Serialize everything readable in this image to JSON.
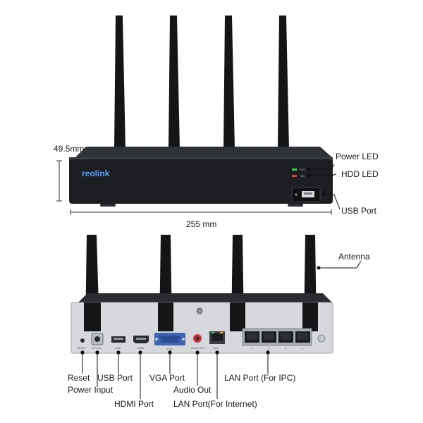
{
  "dimensions": {
    "height": "49.5mm",
    "width": "255 mm"
  },
  "brand": "reolink",
  "front_labels": {
    "power_led": "Power LED",
    "hdd_led": "HDD LED",
    "usb_port": "USB Port"
  },
  "rear_labels": {
    "antenna": "Antenna",
    "reset": "Reset",
    "power_input": "Power Input",
    "usb_port": "USB Port",
    "hdmi_port": "HDMI Port",
    "vga_port": "VGA Port",
    "audio_out": "Audio Out",
    "lan_internet": "LAN Port(For Internet)",
    "lan_ipc": "LAN Port (For IPC)"
  },
  "panel_text": {
    "led_pwr": "PWR",
    "led_hdd": "HDD",
    "reset": "RESET",
    "dc": "DC 12V",
    "usb": "USB",
    "hdmi": "HDMI",
    "vga": "VGA",
    "audio": "AUDIO OUT",
    "lan": "LAN",
    "port_numbers": [
      "1",
      "2",
      "3",
      "4"
    ]
  },
  "colors": {
    "device": "#1c1e21",
    "device_top": "#2a2d31",
    "rear_panel": "#d6d8dc",
    "vga_blue": "#3f63b5",
    "audio_red": "#c8313a",
    "led_green": "#27d04a",
    "led_red": "#e23b3b",
    "callout": "#111111"
  },
  "icons": [
    "antenna-icon",
    "usb-port-icon",
    "rj45-port-icon",
    "vga-connector-icon",
    "hdmi-connector-icon"
  ]
}
